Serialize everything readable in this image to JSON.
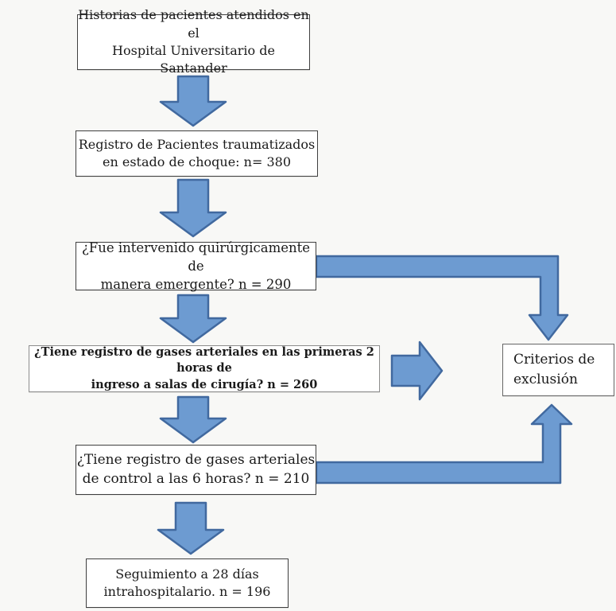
{
  "title": "Flujograma de selección de pacientes",
  "colors": {
    "arrow_fill": "#6d9bd1",
    "arrow_stroke": "#41699f",
    "box_border": "#3f3f3f",
    "background": "#f8f8f6"
  },
  "flowchart": {
    "boxes": {
      "historias": {
        "line1": "Historias de pacientes atendidos en el",
        "line2": "Hospital Universitario de Santander"
      },
      "registro": {
        "line1": "Registro de Pacientes traumatizados",
        "line2": "en estado de choque: n= 380"
      },
      "intervenido": {
        "line1": "¿Fue intervenido quirúrgicamente de",
        "line2": "manera emergente? n = 290"
      },
      "gases_2h": {
        "line1": "¿Tiene registro de gases arteriales en las primeras 2 horas de",
        "line2": "ingreso a salas de cirugía? n = 260"
      },
      "gases_6h": {
        "line1": "¿Tiene registro de gases arteriales",
        "line2": "de control a las 6 horas? n = 210"
      },
      "seguimiento": {
        "line1": "Seguimiento a 28 días",
        "line2": "intrahospitalario. n = 196"
      },
      "criterios": {
        "line1": "Criterios de",
        "line2": "exclusión"
      }
    }
  }
}
